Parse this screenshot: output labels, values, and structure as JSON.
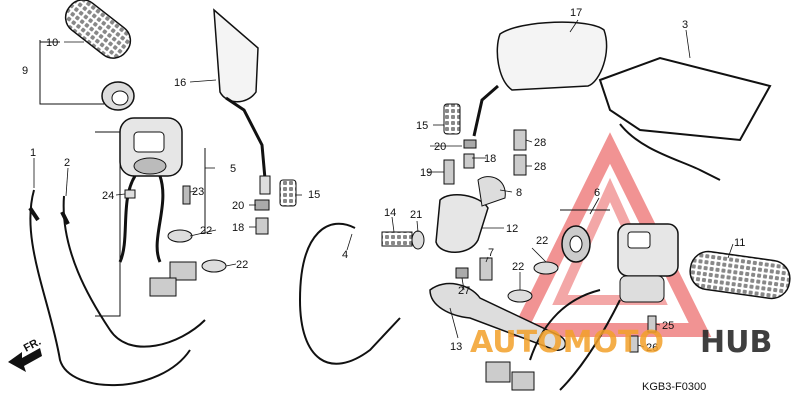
{
  "diagram": {
    "code": "KGB3-F0300",
    "direction_label": "FR.",
    "watermark": {
      "text_a": "AUTOMOTO",
      "text_b": "HUB",
      "color_a": "#f3a12a",
      "color_b": "#2b2b2b",
      "triangle_color": "#e53b3b"
    },
    "callouts": {
      "c1": "1",
      "c2": "2",
      "c3": "3",
      "c4": "4",
      "c5": "5",
      "c6": "6",
      "c7": "7",
      "c8": "8",
      "c9": "9",
      "c10": "10",
      "c11": "11",
      "c12": "12",
      "c13": "13",
      "c14": "14",
      "c15": "15",
      "c16": "16",
      "c17": "17",
      "c18": "18",
      "c19": "19",
      "c20": "20",
      "c21": "21",
      "c22": "22",
      "c23": "23",
      "c24": "24",
      "c25": "25",
      "c26": "26",
      "c27": "27",
      "c28": "28"
    }
  }
}
